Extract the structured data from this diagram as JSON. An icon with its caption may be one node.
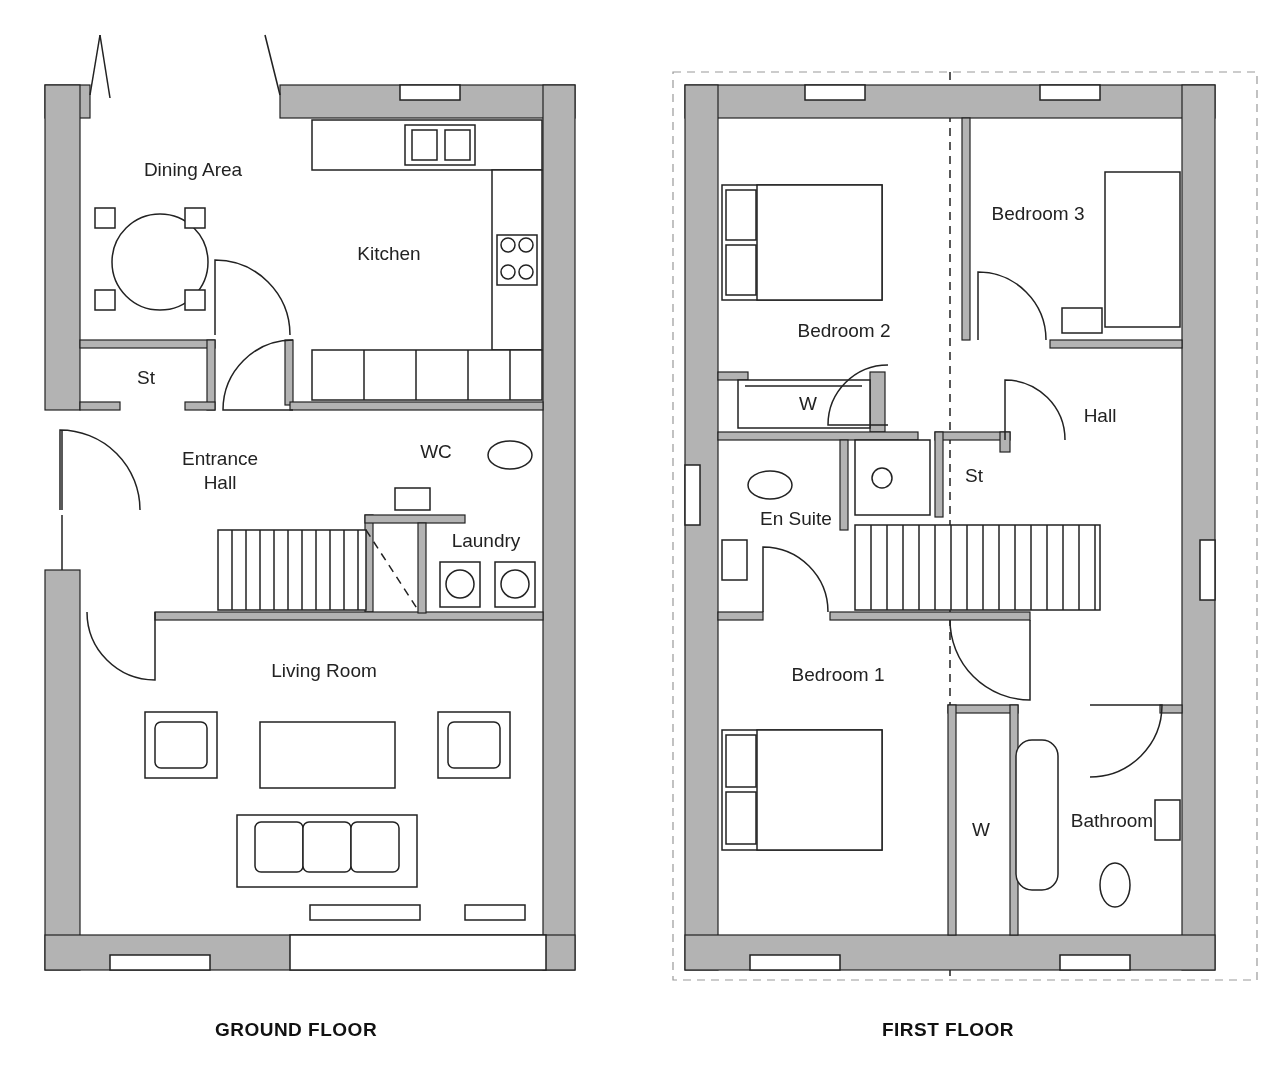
{
  "diagram": {
    "nodes": [
      {
        "text": [
          "GROUND FLOOR"
        ]
      },
      {
        "text": [
          "Dining Area"
        ],
        "in": 0
      },
      {
        "text": [
          "Kitchen"
        ],
        "in": 0
      },
      {
        "text": [
          "St"
        ],
        "in": 0
      },
      {
        "text": [
          "Entrance Hall"
        ],
        "in": 0
      },
      {
        "text": [
          "WC"
        ],
        "in": 0
      },
      {
        "text": [
          "Laundry"
        ],
        "in": 0
      },
      {
        "text": [
          "Living Room"
        ],
        "in": 0
      },
      {
        "text": [
          "FIRST FLOOR"
        ]
      },
      {
        "text": [
          "Bedroom 2"
        ],
        "in": 8
      },
      {
        "text": [
          "Bedroom 3"
        ],
        "in": 8
      },
      {
        "text": [
          "W"
        ],
        "in": 8
      },
      {
        "text": [
          "Hall"
        ],
        "in": 8
      },
      {
        "text": [
          "St"
        ],
        "in": 8
      },
      {
        "text": [
          "En Suite"
        ],
        "in": 8
      },
      {
        "text": [
          "Bedroom 1"
        ],
        "in": 8
      },
      {
        "text": [
          "W"
        ],
        "in": 8
      },
      {
        "text": [
          "Bathroom"
        ],
        "in": 8
      }
    ]
  }
}
